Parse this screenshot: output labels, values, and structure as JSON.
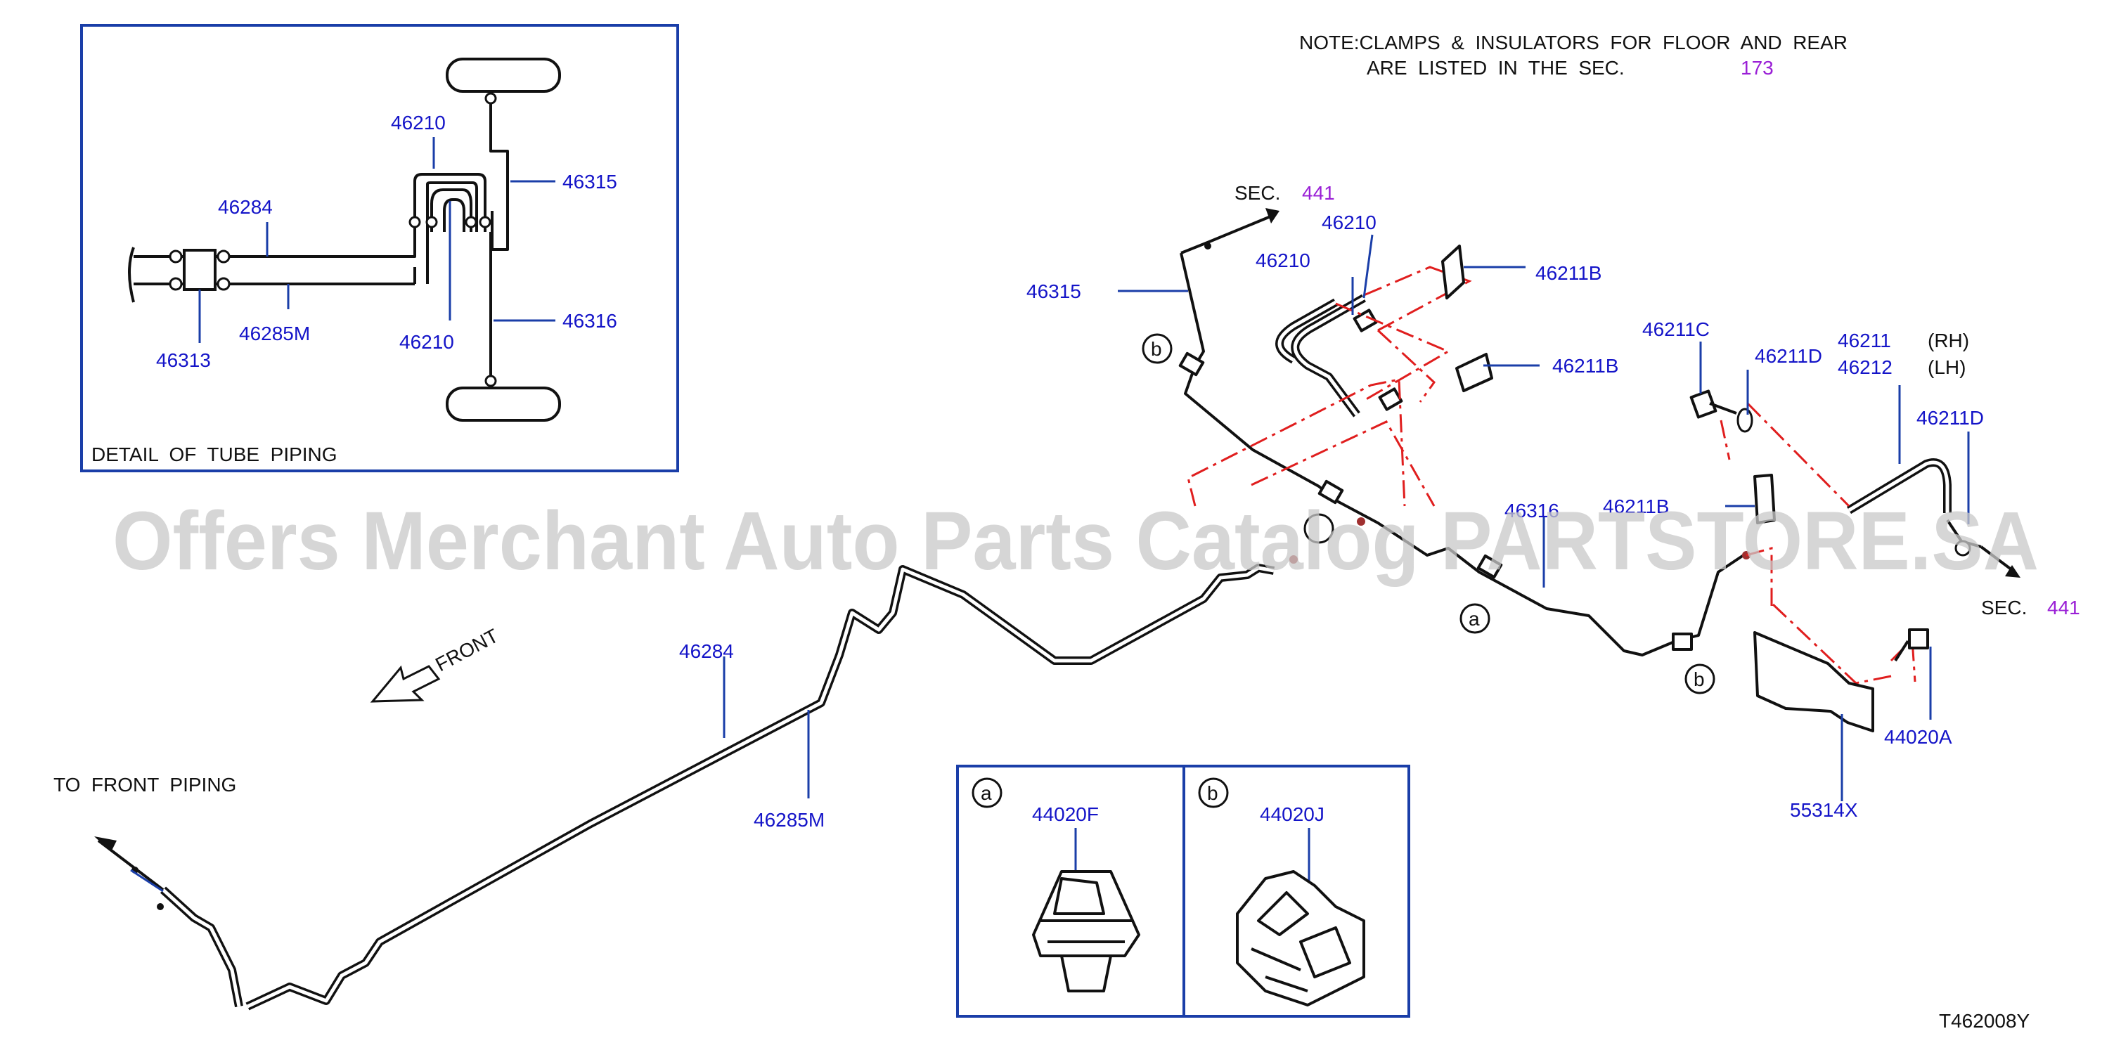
{
  "note": {
    "line1": "NOTE:CLAMPS  &  INSULATORS  FOR  FLOOR  AND  REAR",
    "line2": "ARE  LISTED  IN  THE  SEC.",
    "sec": "173"
  },
  "detail": {
    "caption": "DETAIL  OF  TUBE  PIPING",
    "labels": [
      "46210",
      "46284",
      "46315",
      "46285M",
      "46210",
      "46316",
      "46313"
    ]
  },
  "main_labels": {
    "l46315": "46315",
    "l46210a": "46210",
    "l46210b": "46210",
    "l46211b_1": "46211B",
    "l46211b_2": "46211B",
    "l46211b_3": "46211B",
    "l46211c": "46211C",
    "l46211d_1": "46211D",
    "l46211d_2": "46211D",
    "l46211": "46211",
    "l46212": "46212",
    "rh": "(RH)",
    "lh": "(LH)",
    "l46316": "46316",
    "l46284": "46284",
    "l46285m": "46285M",
    "l44020a": "44020A",
    "l55314x": "55314X",
    "callout_a": "a",
    "callout_b1": "b",
    "callout_b2": "b"
  },
  "sec_refs": {
    "top": {
      "prefix": "SEC.",
      "num": "441"
    },
    "right": {
      "prefix": "SEC.",
      "num": "441"
    }
  },
  "front_label": "FRONT",
  "to_front": "TO  FRONT  PIPING",
  "clip_box": {
    "a_letter": "a",
    "a_part": "44020F",
    "b_letter": "b",
    "b_part": "44020J"
  },
  "drawing_id": "T462008Y",
  "watermark": "Offers Merchant Auto Parts Catalog PARTSTORE.SA"
}
